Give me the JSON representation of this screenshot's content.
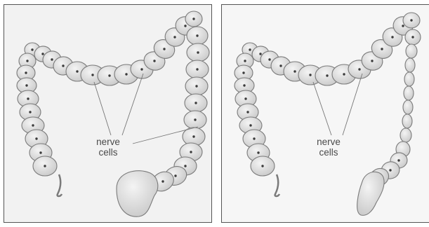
{
  "panels": [
    {
      "id": "left",
      "label_line1": "nerve",
      "label_line2": "cells"
    },
    {
      "id": "right",
      "label_line1": "nerve",
      "label_line2": "cells"
    }
  ],
  "colors": {
    "segment_light": "#f4f4f4",
    "segment_dark": "#c9c9c9",
    "outline": "#7a7a7a",
    "background": "#f2f2f2"
  }
}
